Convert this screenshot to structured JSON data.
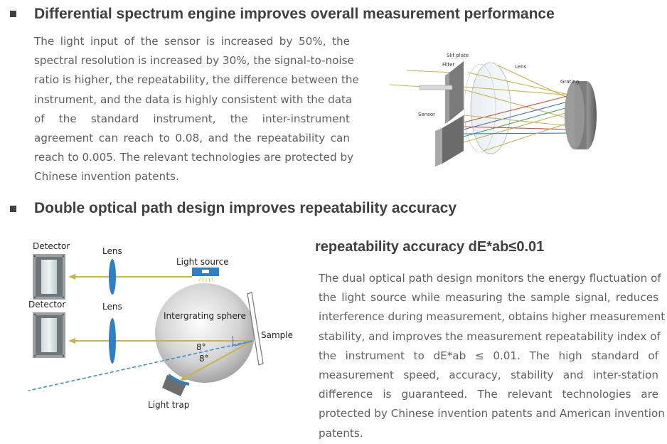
{
  "section1": {
    "heading": "Differential spectrum engine improves overall measurement performance",
    "lines": [
      "The light input of the sensor is increased by 50%, the",
      "spectral resolution is increased by 30%, the signal-to-noise",
      "ratio is higher, the repeatability, the difference between the",
      "instrument, and the data is highly consistent with the data",
      "of the standard instrument, the inter-instrument",
      "agreement can reach to 0.08, and the repeatability can",
      "reach to 0.005. The relevant technologies are protected by",
      "Chinese invention patents."
    ],
    "diagram": {
      "slit_plate": "Slit plate",
      "filter": "Filter",
      "lens": "Lens",
      "grating": "Grating",
      "sensor": "Sensor"
    }
  },
  "section2": {
    "heading": "Double optical path design improves repeatability accuracy",
    "subheading": "repeatability accuracy dE*ab≤0.01",
    "lines": [
      "The dual optical path design monitors the energy fluctuation of",
      "the light source while measuring the sample signal, reduces",
      "interference during measurement, obtains higher measurement",
      "stability, and improves the measurement repeatability index of",
      "the instrument to dE*ab ≤ 0.01. The high standard of",
      "measurement speed, accuracy, stability and inter-station",
      "difference is guaranteed. The relevant technologies are",
      "protected by Chinese invention patents and American invention",
      "patents."
    ],
    "diagram": {
      "detector_top": "Detector",
      "detector_bottom": "Detector",
      "lens_top": "Lens",
      "lens_bottom": "Lens",
      "light_source": "Light source",
      "sphere": "Intergrating sphere",
      "sample": "Sample",
      "angle1": "8°",
      "angle2": "8°",
      "light_trap": "Light trap"
    }
  }
}
